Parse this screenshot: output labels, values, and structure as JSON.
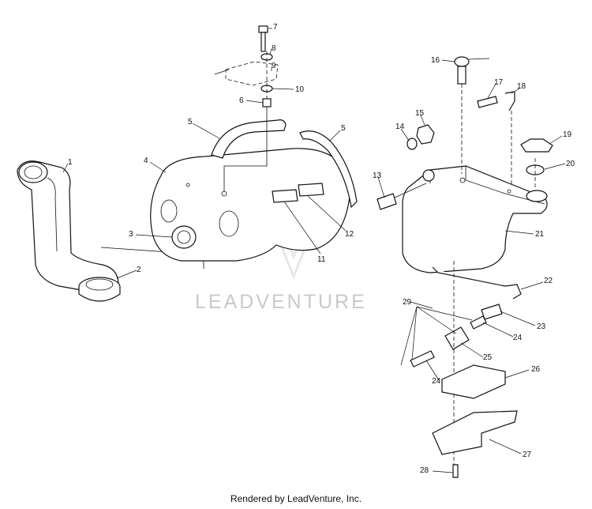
{
  "watermark": {
    "text": "LEADVENTURE"
  },
  "footer": {
    "text": "Rendered by LeadVenture, Inc."
  },
  "callouts": [
    "1",
    "2",
    "3",
    "4",
    "5",
    "5",
    "6",
    "7",
    "8",
    "9",
    "10",
    "11",
    "12",
    "13",
    "14",
    "15",
    "16",
    "17",
    "18",
    "19",
    "20",
    "21",
    "22",
    "23",
    "24",
    "24",
    "25",
    "26",
    "27",
    "28",
    "29"
  ]
}
